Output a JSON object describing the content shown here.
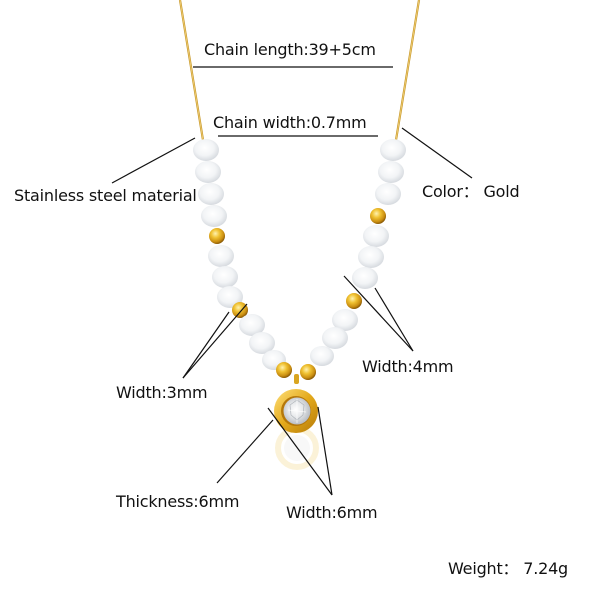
{
  "product": {
    "type": "Beaded pendant necklace",
    "colors": {
      "gold": "#d9a520",
      "gold_dark": "#a8740c",
      "gold_light": "#f6d774",
      "bead_white": "#f4f6f8",
      "bead_shadow": "#d9dde2",
      "line": "#111111",
      "background": "#ffffff"
    }
  },
  "annotations": {
    "chain_length": "Chain length:39+5cm",
    "chain_width": "Chain width:0.7mm",
    "material": "Stainless steel material",
    "color": "Color： Gold",
    "bead_width_left": "Width:3mm",
    "bead_width_right": "Width:4mm",
    "thickness": "Thickness:6mm",
    "pendant_width": "Width:6mm",
    "weight": "Weight： 7.24g"
  }
}
